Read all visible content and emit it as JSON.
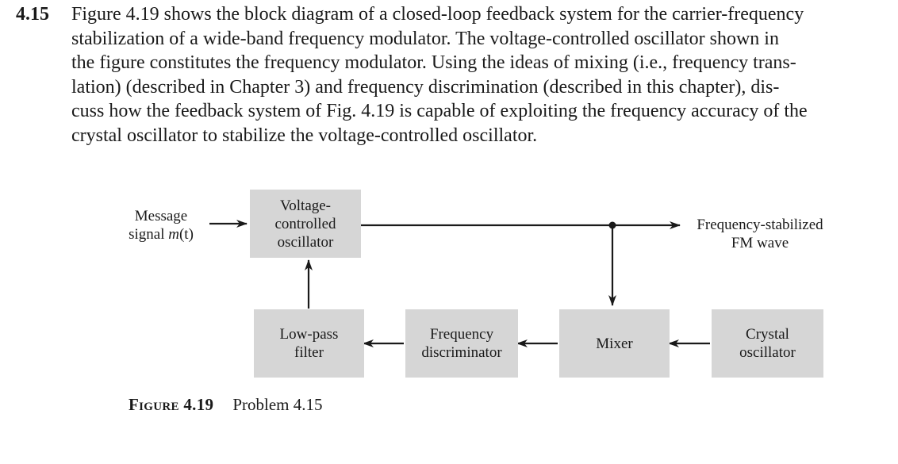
{
  "problem": {
    "number": "4.15",
    "lines": [
      "Figure 4.19 shows the block diagram of a closed-loop feedback system for the carrier-frequency",
      "stabilization of a wide-band frequency modulator. The voltage-controlled oscillator shown in",
      "the figure constitutes the frequency modulator. Using the ideas of mixing (i.e., frequency trans-",
      "lation) (described in Chapter 3) and frequency discrimination (described in this chapter), dis-",
      "cuss how the feedback system of Fig. 4.19 is capable of exploiting the frequency accuracy of the",
      "crystal oscillator to stabilize the voltage-controlled oscillator."
    ]
  },
  "diagram": {
    "input_label": {
      "line1": "Message",
      "line2_prefix": "signal ",
      "line2_var": "m",
      "line2_suffix": "(t)"
    },
    "output_label": {
      "line1": "Frequency-stabilized",
      "line2": "FM wave"
    },
    "blocks": {
      "vco": "Voltage-\ncontrolled\noscillator",
      "lowpass": "Low-pass\nfilter",
      "discriminator": "Frequency\ndiscriminator",
      "mixer": "Mixer",
      "crystal": "Crystal\noscillator"
    },
    "block_fill": "#d6d6d6",
    "line_color": "#1a1a1a"
  },
  "caption": {
    "label": "Figure 4.19",
    "text": "Problem 4.15"
  }
}
